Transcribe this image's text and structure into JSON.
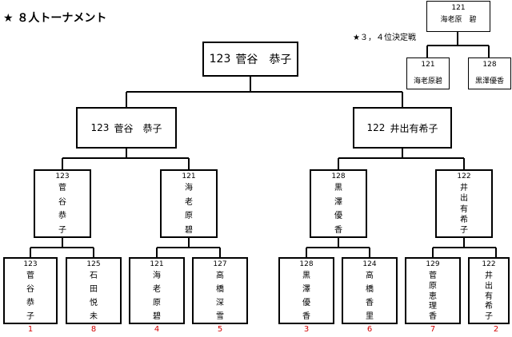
{
  "title": "★ ８人トーナメント",
  "note": "★３，４位決定戦",
  "champion": {
    "num": "123",
    "name": "菅谷　恭子"
  },
  "finalists": [
    {
      "num": "123",
      "name": "菅谷　恭子"
    },
    {
      "num": "122",
      "name": "井出有希子"
    }
  ],
  "semifinalists": [
    {
      "num": "123",
      "name": "菅谷恭子"
    },
    {
      "num": "121",
      "name": "海老原碧"
    },
    {
      "num": "128",
      "name": "黒澤優香"
    },
    {
      "num": "122",
      "name": "井出有希子"
    }
  ],
  "players": [
    {
      "num": "123",
      "name": "菅谷恭子",
      "seed": "1"
    },
    {
      "num": "125",
      "name": "石田悦未",
      "seed": "8"
    },
    {
      "num": "121",
      "name": "海老原碧",
      "seed": "4"
    },
    {
      "num": "127",
      "name": "高橋深雪",
      "seed": "5"
    },
    {
      "num": "128",
      "name": "黒澤優香",
      "seed": "3"
    },
    {
      "num": "124",
      "name": "高橋香里",
      "seed": "6"
    },
    {
      "num": "129",
      "name": "菅原恵理香",
      "seed": "7"
    },
    {
      "num": "122",
      "name": "井出有希子",
      "seed": "2"
    }
  ],
  "third_place": {
    "winner": {
      "num": "121",
      "name": "海老原　碧"
    },
    "players": [
      {
        "num": "121",
        "name": "海老原碧"
      },
      {
        "num": "128",
        "name": "黒澤優香"
      }
    ]
  }
}
